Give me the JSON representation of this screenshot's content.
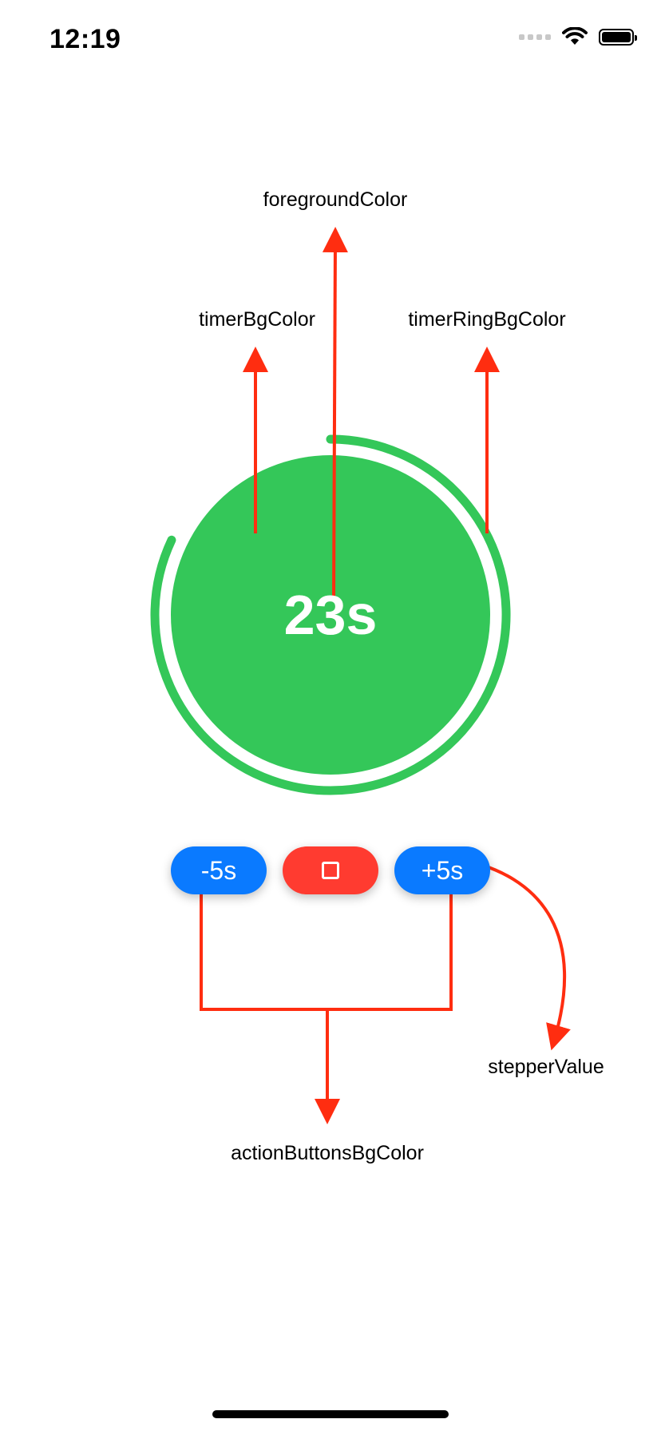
{
  "status_bar": {
    "time": "12:19",
    "icons": [
      "signal-icon",
      "wifi-icon",
      "battery-icon"
    ]
  },
  "annotations": {
    "foreground": "foregroundColor",
    "timer_bg": "timerBgColor",
    "ring_bg": "timerRingBgColor",
    "action_buttons": "actionButtonsBgColor",
    "stepper": "stepperValue"
  },
  "timer": {
    "label": "23s",
    "ring_progress": 0.82
  },
  "buttons": {
    "minus_label": "-5s",
    "plus_label": "+5s",
    "stop_icon": "stop-square-icon"
  },
  "colors": {
    "timer_green": "#34C759",
    "action_blue": "#0A7AFF",
    "stop_red": "#FF3B30",
    "annotation_red": "#FF2D10"
  }
}
